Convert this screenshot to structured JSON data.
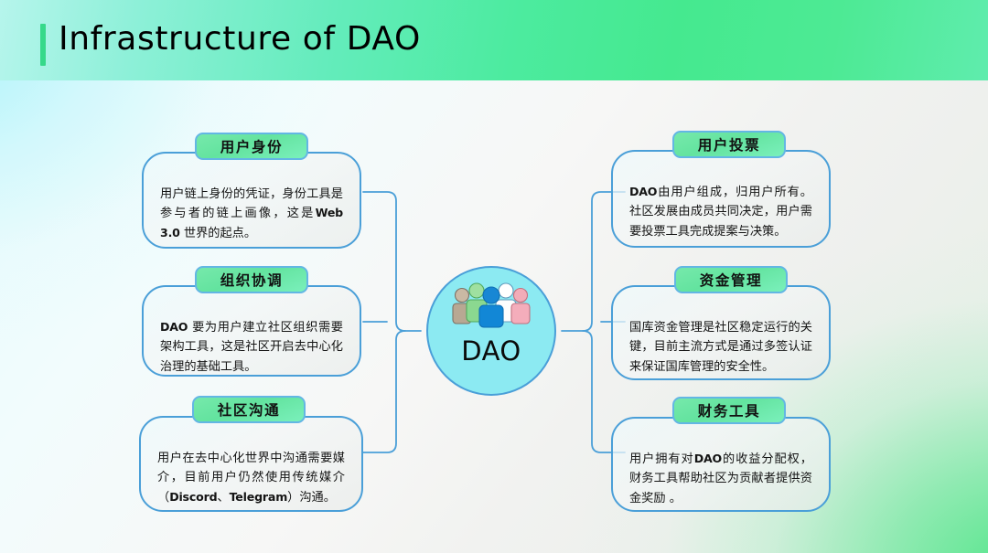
{
  "header": {
    "title": "Infrastructure of DAO",
    "accent_color": "#36d98a",
    "gradient_from": "#b6f5ec",
    "gradient_to": "#4ceb9f"
  },
  "center": {
    "label": "DAO",
    "icon": "people-group-icon",
    "circle_fill": "#8ceaf2",
    "circle_border": "#4a9fd8",
    "figures": [
      {
        "name": "person-tan",
        "head": "#c9b9a4",
        "body": "#b8a893"
      },
      {
        "name": "person-green",
        "head": "#9fe0a0",
        "body": "#8bd890"
      },
      {
        "name": "person-blue",
        "head": "#1887d4",
        "body": "#1287d6"
      },
      {
        "name": "person-white",
        "head": "#ffffff",
        "body": "#fdfdfd"
      },
      {
        "name": "person-pink",
        "head": "#f2acb8",
        "body": "#f4adbb"
      }
    ]
  },
  "connector_color": "#4a9fd8",
  "card_border_color": "#4a9fd8",
  "pill_border_color": "#63b6e4",
  "pill_fill_color": "#69e5a4",
  "left_cards": [
    {
      "title": "用户身份",
      "body_html": "用户链上身份的凭证，身份工具是参与者的链上画像，这是<b>Web 3.0</b> 世界的起点。",
      "body_text": "用户链上身份的凭证，身份工具是参与者的链上画像，这是Web 3.0 世界的起点。"
    },
    {
      "title": "组织协调",
      "body_html": "<b>DAO</b> 要为用户建立社区组织需要架构工具，这是社区开启去中心化治理的基础工具。",
      "body_text": "DAO 要为用户建立社区组织需要架构工具，这是社区开启去中心化治理的基础工具。"
    },
    {
      "title": "社区沟通",
      "body_html": "用户在去中心化世界中沟通需要媒介，目前用户仍然使用传统媒介（<b>Discord</b>、<b>Telegram</b>）沟通。",
      "body_text": "用户在去中心化世界中沟通需要媒介，目前用户仍然使用传统媒介（Discord、Telegram）沟通。"
    }
  ],
  "right_cards": [
    {
      "title": "用户投票",
      "body_html": "<b>DAO</b>由用户组成，归用户所有。社区发展由成员共同决定，用户需要投票工具完成提案与决策。",
      "body_text": "DAO由用户组成，归用户所有。社区发展由成员共同决定，用户需要投票工具完成提案与决策。"
    },
    {
      "title": "资金管理",
      "body_html": "国库资金管理是社区稳定运行的关键，目前主流方式是通过多签认证来保证国库管理的安全性。",
      "body_text": "国库资金管理是社区稳定运行的关键，目前主流方式是通过多签认证来保证国库管理的安全性。"
    },
    {
      "title": "财务工具",
      "body_html": "用户拥有对<b>DAO</b>的收益分配权，财务工具帮助社区为贡献者提供资金奖励 。",
      "body_text": "用户拥有对DAO的收益分配权，财务工具帮助社区为贡献者提供资金奖励 。"
    }
  ]
}
